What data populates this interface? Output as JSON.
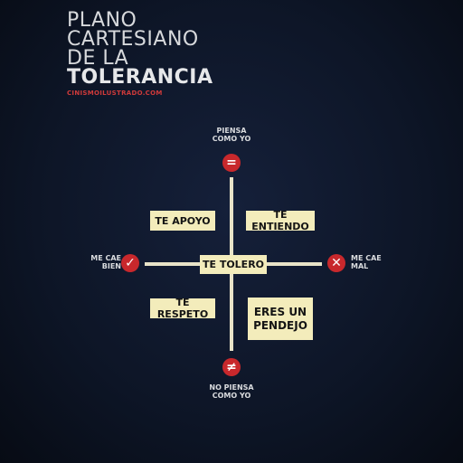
{
  "header": {
    "title_lines": [
      "PLANO",
      "CARTESIANO",
      "DE LA",
      "TOLERANCIA"
    ],
    "source": "CINISMOILUSTRADO.COM"
  },
  "poles": {
    "top": {
      "symbol": "=",
      "label_lines": [
        "PIENSA",
        "COMO YO"
      ]
    },
    "bottom": {
      "symbol": "≠",
      "label_lines": [
        "NO PIENSA",
        "COMO YO"
      ]
    },
    "left": {
      "symbol": "✓",
      "label_lines": [
        "ME CAE",
        "BIEN"
      ]
    },
    "right": {
      "symbol": "✕",
      "label_lines": [
        "ME CAE",
        "MAL"
      ]
    }
  },
  "quadrants": {
    "top_left": "TE APOYO",
    "top_right": "TE ENTIENDO",
    "center": "TE TOLERO",
    "bottom_left": "TE RESPETO",
    "bottom_right": "ERES UN\nPENDEJO"
  },
  "colors": {
    "background": "#0d1526",
    "accent_red": "#c8282c",
    "box_fill": "#f3ecbb",
    "axis": "#e8e3c8"
  }
}
